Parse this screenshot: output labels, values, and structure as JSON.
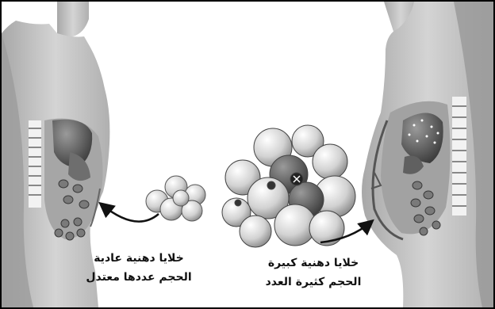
{
  "labels": {
    "normal_cells": {
      "line1": "خلايا دهنية عادية",
      "line2": "الحجم عددها معتدل"
    },
    "large_cells": {
      "line1": "خلايا دهنية كبيرة",
      "line2": "الحجم كثيرة العدد"
    }
  },
  "colors": {
    "frame": "#000000",
    "body": "#bdbdbd",
    "organ_dark": "#5a5a5a",
    "cell_light": "#e0e0e0",
    "arrow": "#111111"
  }
}
